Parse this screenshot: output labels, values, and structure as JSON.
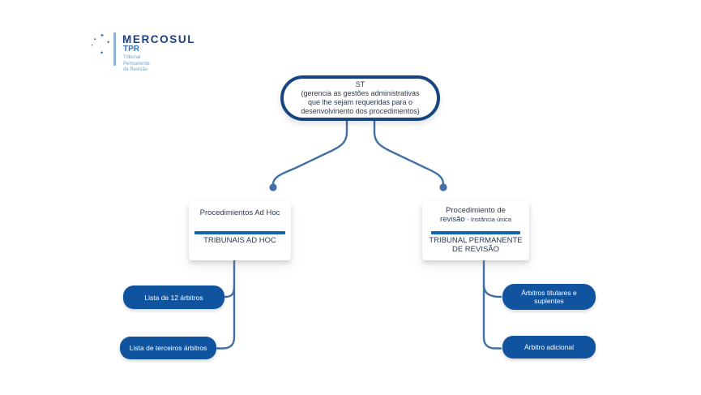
{
  "logo": {
    "title": "MERCOSUL",
    "acronym": "TPR",
    "subtitle_line1": "Tribunal Permanente",
    "subtitle_line2": "de Revisão",
    "star_icon": "✦"
  },
  "root_node": {
    "line1": "ST",
    "line2": "(gerencia as gestões administrativas",
    "line3": "que lhe sejam requeridas para o",
    "line4": "desenvolvinento dos procedimentos)"
  },
  "left_branch": {
    "title": "Procedimientos Ad Hoc",
    "subtitle": "TRIBUNAIS AD HOC",
    "children": [
      "Lista de 12 árbitros",
      "Lista de terceiros árbitros"
    ]
  },
  "right_branch": {
    "title_line1": "Procedimiento de",
    "title_line2_main": "revisão",
    "title_line2_note": "- Instância única",
    "subtitle_line1": "TRIBUNAL PERMANENTE",
    "subtitle_line2": "DE REVISÃO",
    "children": [
      "Árbitros titulares e suplentes",
      "Árbitro adicional"
    ]
  },
  "colors": {
    "navy_border": "#16457f",
    "pill_blue": "#10539e",
    "divider_blue": "#1464ab",
    "connector_blue": "#4270a4",
    "logo_navy": "#1c3e7c",
    "logo_blue": "#2f74b7",
    "logo_light_blue": "#6fa3ce"
  }
}
